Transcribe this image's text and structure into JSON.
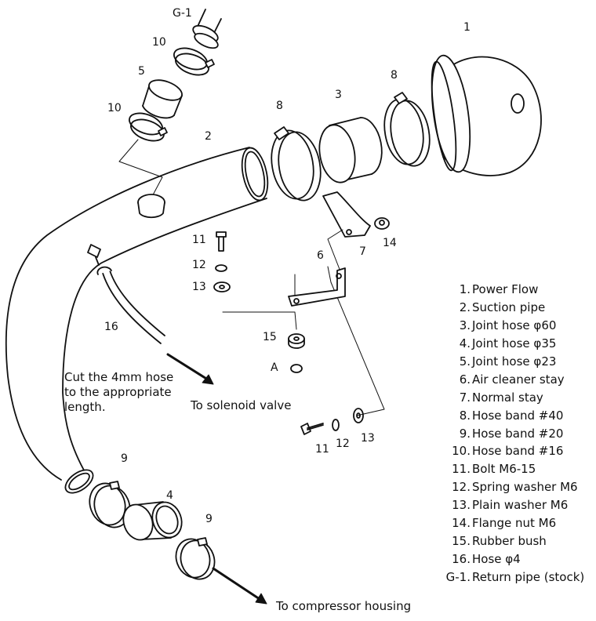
{
  "callouts": {
    "g1": "G-1",
    "n1": "1",
    "n2": "2",
    "n3": "3",
    "n4": "4",
    "n5": "5",
    "n6": "6",
    "n7": "7",
    "n8a": "8",
    "n8b": "8",
    "n9a": "9",
    "n9b": "9",
    "n10a": "10",
    "n10b": "10",
    "n11a": "11",
    "n11b": "11",
    "n12a": "12",
    "n12b": "12",
    "n13a": "13",
    "n13b": "13",
    "n14": "14",
    "n15": "15",
    "n16": "16",
    "a": "A"
  },
  "note": [
    "Cut the 4mm hose",
    "to the appropriate",
    "length."
  ],
  "destinations": {
    "solenoid": "To solenoid valve",
    "compressor": "To compressor housing"
  },
  "parts_list": [
    {
      "num": "1.",
      "name": "Power Flow"
    },
    {
      "num": "2.",
      "name": "Suction pipe"
    },
    {
      "num": "3.",
      "name": "Joint hose  φ60"
    },
    {
      "num": "4.",
      "name": "Joint hose  φ35"
    },
    {
      "num": "5.",
      "name": "Joint hose  φ23"
    },
    {
      "num": "6.",
      "name": "Air cleaner stay"
    },
    {
      "num": "7.",
      "name": "Normal stay"
    },
    {
      "num": "8.",
      "name": "Hose band  #40"
    },
    {
      "num": "9.",
      "name": "Hose band  #20"
    },
    {
      "num": "10.",
      "name": "Hose band  #16"
    },
    {
      "num": "11.",
      "name": "Bolt  M6-15"
    },
    {
      "num": "12.",
      "name": "Spring washer  M6"
    },
    {
      "num": "13.",
      "name": "Plain washer  M6"
    },
    {
      "num": "14.",
      "name": "Flange nut  M6"
    },
    {
      "num": "15.",
      "name": "Rubber bush"
    },
    {
      "num": "16.",
      "name": "Hose   φ4"
    },
    {
      "num": "G-1.",
      "name": "Return pipe (stock)"
    }
  ],
  "colors": {
    "line": "#111111",
    "fill": "#ffffff"
  }
}
